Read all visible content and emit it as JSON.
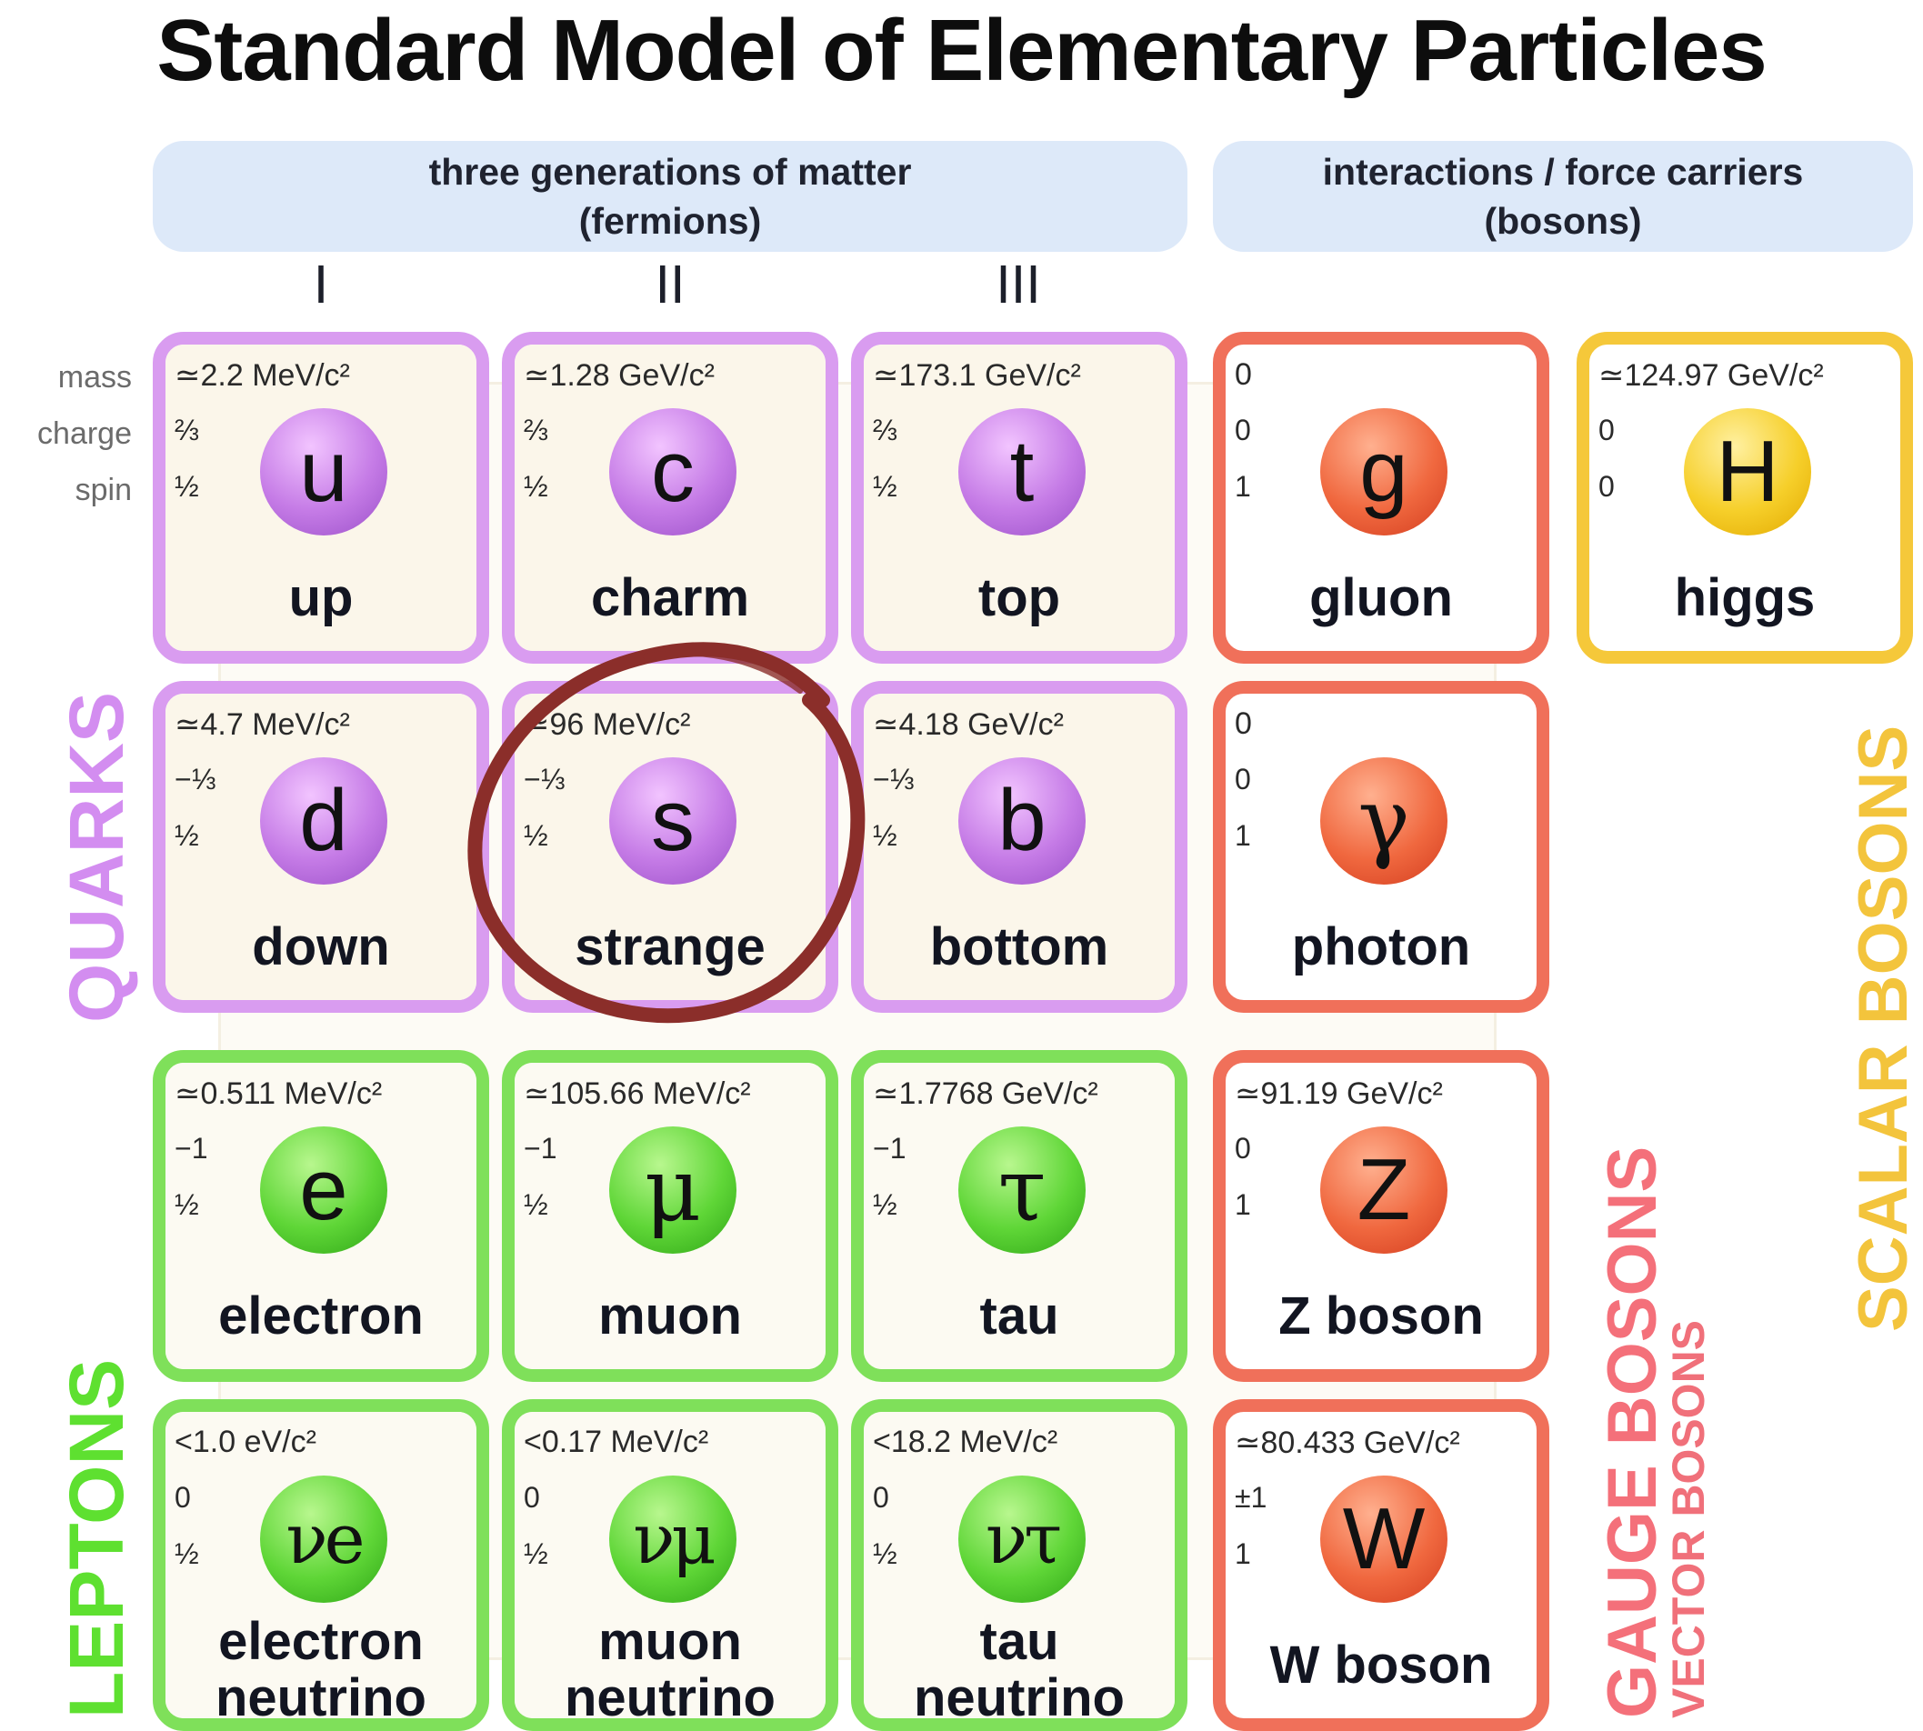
{
  "title": "Standard Model of Elementary Particles",
  "headers": {
    "fermions_line1": "three generations of matter",
    "fermions_line2": "(fermions)",
    "bosons_line1": "interactions / force carriers",
    "bosons_line2": "(bosons)"
  },
  "generations": [
    "I",
    "II",
    "III"
  ],
  "property_labels": {
    "mass": "mass",
    "charge": "charge",
    "spin": "spin"
  },
  "particles": {
    "up": {
      "mass": "≃2.2 MeV/c²",
      "charge": "⅔",
      "spin": "½",
      "symbol": "u",
      "name": "up"
    },
    "charm": {
      "mass": "≃1.28 GeV/c²",
      "charge": "⅔",
      "spin": "½",
      "symbol": "c",
      "name": "charm"
    },
    "top": {
      "mass": "≃173.1 GeV/c²",
      "charge": "⅔",
      "spin": "½",
      "symbol": "t",
      "name": "top"
    },
    "gluon": {
      "mass": "0",
      "charge": "0",
      "spin": "1",
      "symbol": "g",
      "name": "gluon"
    },
    "higgs": {
      "mass": "≃124.97 GeV/c²",
      "charge": "0",
      "spin": "0",
      "symbol": "H",
      "name": "higgs"
    },
    "down": {
      "mass": "≃4.7 MeV/c²",
      "charge": "−⅓",
      "spin": "½",
      "symbol": "d",
      "name": "down"
    },
    "strange": {
      "mass": "≃96 MeV/c²",
      "charge": "−⅓",
      "spin": "½",
      "symbol": "s",
      "name": "strange"
    },
    "bottom": {
      "mass": "≃4.18 GeV/c²",
      "charge": "−⅓",
      "spin": "½",
      "symbol": "b",
      "name": "bottom"
    },
    "photon": {
      "mass": "0",
      "charge": "0",
      "spin": "1",
      "symbol": "γ",
      "name": "photon"
    },
    "electron": {
      "mass": "≃0.511 MeV/c²",
      "charge": "−1",
      "spin": "½",
      "symbol": "e",
      "name": "electron"
    },
    "muon": {
      "mass": "≃105.66 MeV/c²",
      "charge": "−1",
      "spin": "½",
      "symbol": "μ",
      "name": "muon"
    },
    "tau": {
      "mass": "≃1.7768 GeV/c²",
      "charge": "−1",
      "spin": "½",
      "symbol": "τ",
      "name": "tau"
    },
    "zboson": {
      "mass": "≃91.19 GeV/c²",
      "charge": "0",
      "spin": "1",
      "symbol": "Z",
      "name": "Z boson"
    },
    "nue": {
      "mass": "<1.0 eV/c²",
      "charge": "0",
      "spin": "½",
      "symbol": "νe",
      "name1": "electron",
      "name2": "neutrino"
    },
    "numu": {
      "mass": "<0.17 MeV/c²",
      "charge": "0",
      "spin": "½",
      "symbol": "νμ",
      "name1": "muon",
      "name2": "neutrino"
    },
    "nutau": {
      "mass": "<18.2 MeV/c²",
      "charge": "0",
      "spin": "½",
      "symbol": "ντ",
      "name1": "tau",
      "name2": "neutrino"
    },
    "wboson": {
      "mass": "≃80.433 GeV/c²",
      "charge": "±1",
      "spin": "1",
      "symbol": "W",
      "name": "W boson"
    }
  },
  "side_labels": {
    "quarks": "QUARKS",
    "leptons": "LEPTONS",
    "gauge_bosons": "GAUGE BOSONS",
    "vector_bosons": "VECTOR BOSONS",
    "scalar_bosons": "SCALAR BOSONS"
  },
  "colors": {
    "quark": "#d99cf0",
    "lepton": "#7fe05a",
    "gauge": "#f0705a",
    "scalar": "#f5c83a",
    "quarks_label": "#d38df0",
    "leptons_label": "#5ee030",
    "gauge_label": "#f4707a",
    "vector_label": "#f0707a",
    "scalar_label": "#f3c43c",
    "annotation_circle": "#8b2e2a"
  }
}
